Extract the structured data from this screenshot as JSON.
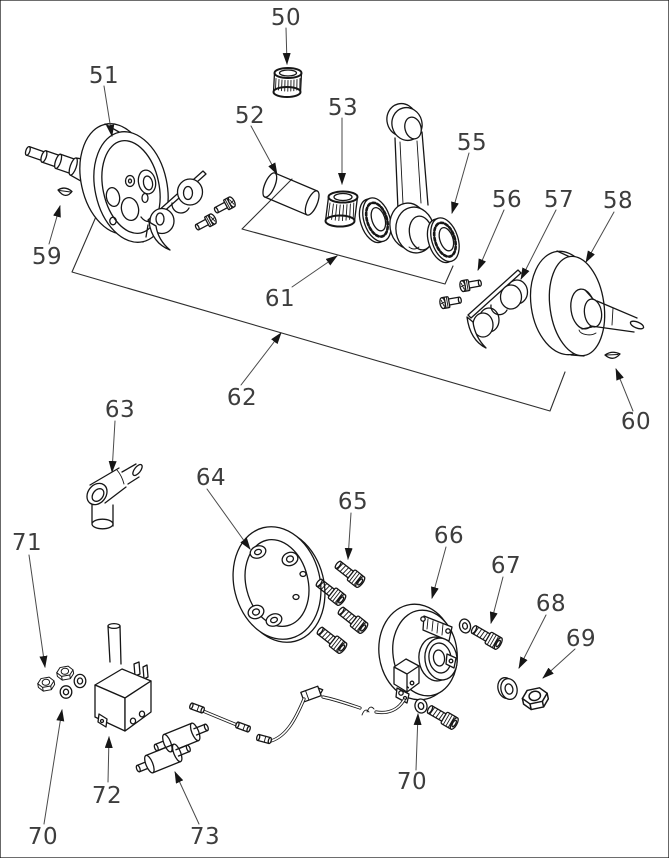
{
  "colors": {
    "background": "#ffffff",
    "line": "#161616",
    "label": "#3d3d3d"
  },
  "diagram": {
    "type": "exploded-parts-diagram",
    "callouts": [
      {
        "text": "50"
      },
      {
        "text": "51"
      },
      {
        "text": "52"
      },
      {
        "text": "53"
      },
      {
        "text": "55"
      },
      {
        "text": "56"
      },
      {
        "text": "57"
      },
      {
        "text": "58"
      },
      {
        "text": "59"
      },
      {
        "text": "60"
      },
      {
        "text": "61"
      },
      {
        "text": "62"
      },
      {
        "text": "63"
      },
      {
        "text": "64"
      },
      {
        "text": "65"
      },
      {
        "text": "66"
      },
      {
        "text": "67"
      },
      {
        "text": "68"
      },
      {
        "text": "69"
      },
      {
        "text": "70"
      },
      {
        "text": "70"
      },
      {
        "text": "71"
      },
      {
        "text": "72"
      },
      {
        "text": "73"
      }
    ]
  }
}
